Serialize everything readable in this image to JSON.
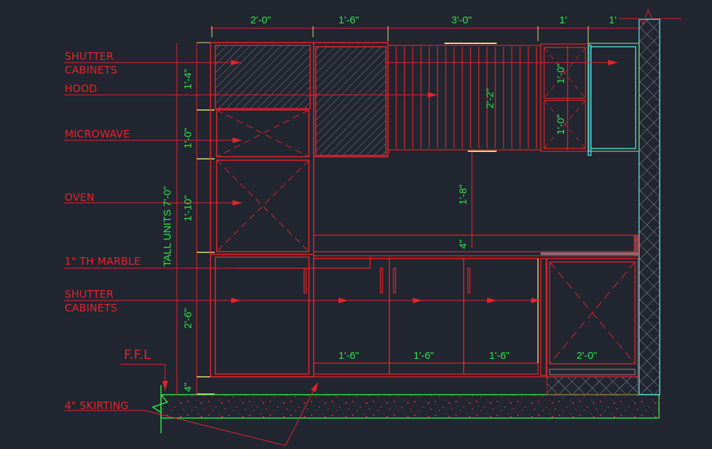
{
  "drawing": {
    "type": "kitchen elevation",
    "background": "#212630",
    "colors": {
      "object_lines": "#e8232b",
      "dimension_text": "#2ee34a",
      "wall": "#4fd0d8",
      "floor": "#2ee34a",
      "extension_ticks": "#e6e07a"
    }
  },
  "labels": {
    "shutter_cabinets_top_1": "SHUTTER",
    "shutter_cabinets_top_2": "CABINETS",
    "hood": "HOOD",
    "microwave": "MICROWAVE",
    "oven": "OVEN",
    "marble": "1\" TH MARBLE",
    "shutter_cabinets_bottom_1": "SHUTTER",
    "shutter_cabinets_bottom_2": "CABINETS",
    "ffl": "F.F.L",
    "skirting": "4\" SKIRTING"
  },
  "dimensions": {
    "top": [
      "2'-0\"",
      "1'-6\"",
      "3'-0\"",
      "1'",
      "1'"
    ],
    "left": [
      "1'-4\"",
      "1'-0\"",
      "1'-10\"",
      "2'-6\"",
      "4\""
    ],
    "tall_units": "TALL UNITS 7'-0\"",
    "hood_height": "2'-2\"",
    "side_upper_1": "1'-0\"",
    "side_upper_2": "1'-0\"",
    "backsplash": "1'-8\"",
    "counter": "4\"",
    "base": [
      "1'-6\"",
      "1'-6\"",
      "1'-6\"",
      "2'-0\""
    ]
  }
}
